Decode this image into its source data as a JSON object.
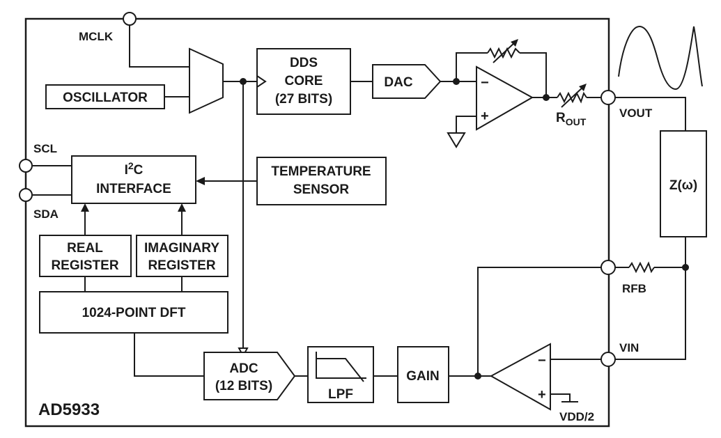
{
  "blocks": {
    "oscillator": "OSCILLATOR",
    "dds_core": [
      "DDS",
      "CORE",
      "(27 BITS)"
    ],
    "dac": "DAC",
    "i2c_interface": [
      "I",
      "2",
      "C",
      "INTERFACE"
    ],
    "temperature_sensor": [
      "TEMPERATURE",
      "SENSOR"
    ],
    "real_register": [
      "REAL",
      "REGISTER"
    ],
    "imaginary_register": [
      "IMAGINARY",
      "REGISTER"
    ],
    "dft": "1024-POINT DFT",
    "adc": [
      "ADC",
      "(12 BITS)"
    ],
    "lpf": "LPF",
    "gain": "GAIN",
    "impedance": "Z(ω)"
  },
  "pins": {
    "mclk": "MCLK",
    "scl": "SCL",
    "sda": "SDA",
    "vout": "VOUT",
    "rfb": "RFB",
    "vin": "VIN",
    "vdd2": "VDD/2"
  },
  "components": {
    "rout": [
      "R",
      "OUT"
    ],
    "opamp_minus": "−",
    "opamp_plus": "+"
  },
  "chip_label": "AD5933"
}
